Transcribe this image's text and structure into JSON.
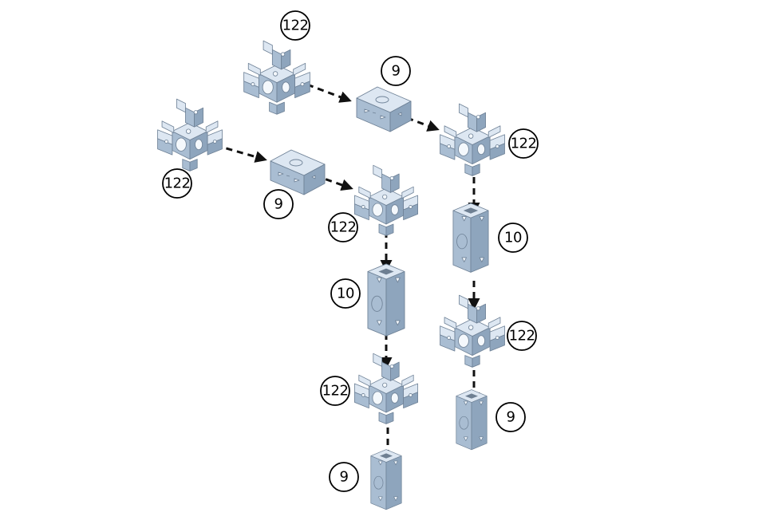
{
  "colors": {
    "part_top": "#dde7f2",
    "part_left": "#a9bdd2",
    "part_right": "#8ea5bd",
    "hole": "#f4f8fc",
    "arrow": "#111111"
  },
  "parts": [
    {
      "kind": "connector",
      "label": "122"
    },
    {
      "kind": "connector",
      "label": "122"
    },
    {
      "kind": "connector",
      "label": "122"
    },
    {
      "kind": "connector",
      "label": "122"
    },
    {
      "kind": "connector",
      "label": "122"
    },
    {
      "kind": "connector",
      "label": "122"
    },
    {
      "kind": "tube",
      "label": "9"
    },
    {
      "kind": "tube",
      "label": "9"
    },
    {
      "kind": "tube",
      "label": "9"
    },
    {
      "kind": "tube",
      "label": "9"
    },
    {
      "kind": "tube",
      "label": "10"
    },
    {
      "kind": "tube",
      "label": "10"
    }
  ]
}
